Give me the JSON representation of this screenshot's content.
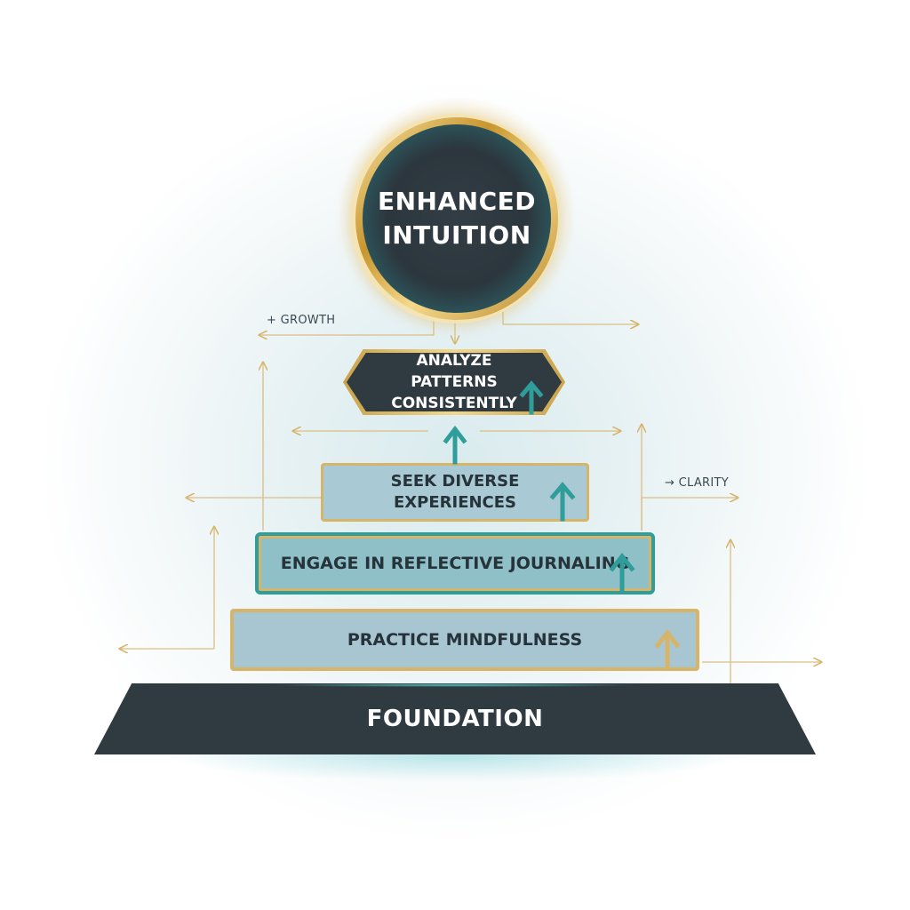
{
  "goal": {
    "title": "ENHANCED INTUITION",
    "colors": {
      "core": "#2c363d",
      "ring": "#c8962e",
      "glow": "#3fb8b8"
    }
  },
  "steps": [
    {
      "label": "ANALYZE PATTERNS CONSISTENTLY",
      "arrow_color": "#2f9d9a"
    },
    {
      "label": "SEEK DIVERSE EXPERIENCES",
      "arrow_color": "#2f9d9a"
    },
    {
      "label": "ENGAGE IN REFLECTIVE JOURNALING",
      "arrow_color": "#2f9d9a"
    },
    {
      "label": "PRACTICE MINDFULNESS",
      "arrow_color": "#d6b46a"
    }
  ],
  "base": {
    "label": "FOUNDATION",
    "color": "#2f3a41"
  },
  "annotations": {
    "growth": "+ GROWTH",
    "clarity": "→ CLARITY"
  },
  "colors": {
    "gold": "#d6b46a",
    "teal": "#2f9d9a",
    "dark": "#2f3a41"
  }
}
